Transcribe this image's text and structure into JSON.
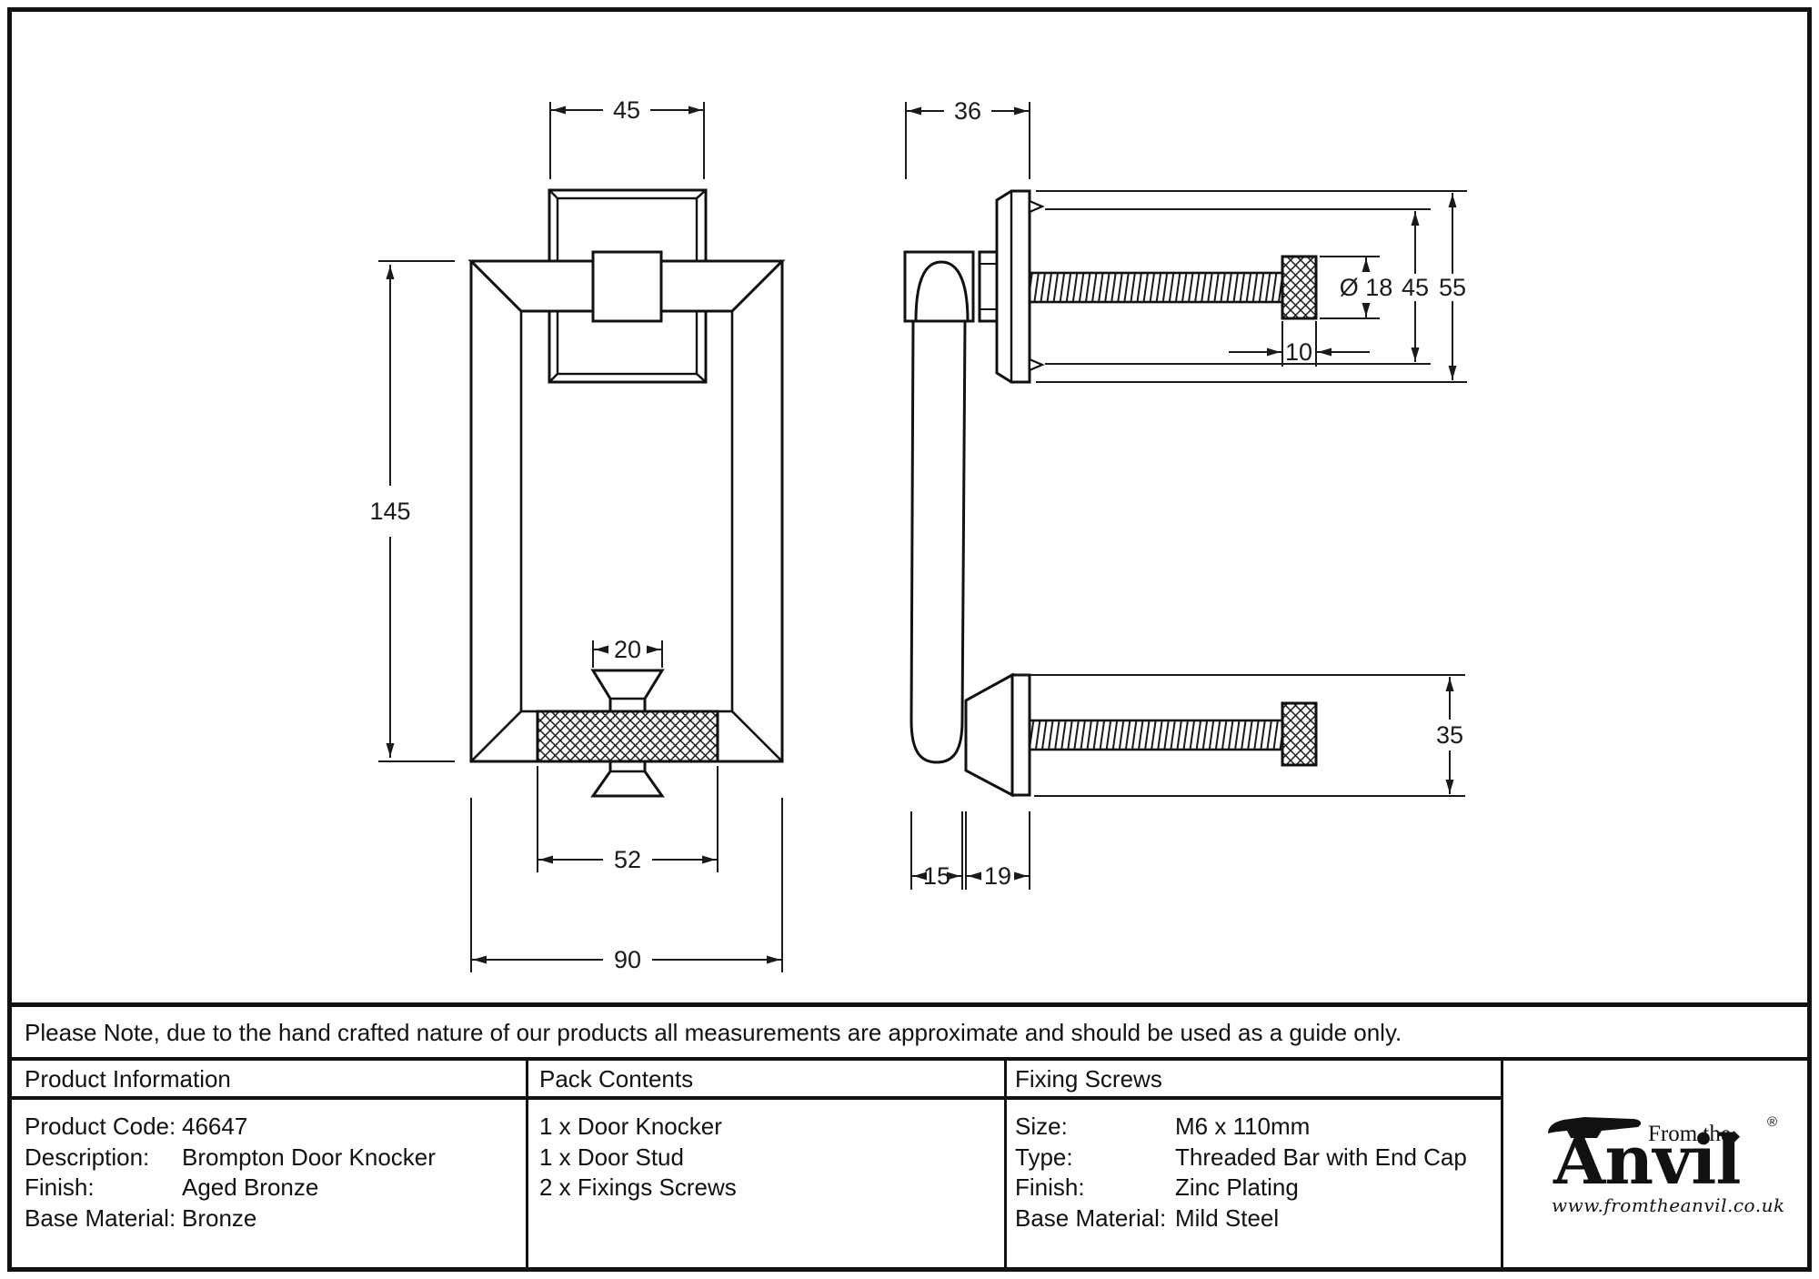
{
  "note": "Please Note, due to the hand crafted nature of our products all measurements are approximate and should be used as a guide only.",
  "drawing": {
    "front_view": {
      "plate_width": "45",
      "height": "145",
      "stud_width": "20",
      "knurl_width": "52",
      "body_width": "90"
    },
    "side_view": {
      "projection": "36",
      "cap_diameter": "Ø 18",
      "inner_height": "45",
      "plate_height": "55",
      "cap_length": "10",
      "stud_height": "35",
      "arm_depth": "15",
      "stud_depth": "19"
    }
  },
  "tables": {
    "product_information": {
      "title": "Product Information",
      "rows": [
        {
          "label": "Product Code:",
          "value": "46647"
        },
        {
          "label": "Description:",
          "value": "Brompton Door Knocker"
        },
        {
          "label": "Finish:",
          "value": "Aged Bronze"
        },
        {
          "label": "Base Material:",
          "value": "Bronze"
        }
      ]
    },
    "pack_contents": {
      "title": "Pack Contents",
      "items": [
        "1 x Door Knocker",
        "1 x Door Stud",
        "2 x Fixings Screws"
      ]
    },
    "fixing_screws": {
      "title": "Fixing Screws",
      "rows": [
        {
          "label": "Size:",
          "value": "M6 x 110mm"
        },
        {
          "label": "Type:",
          "value": "Threaded Bar with End Cap"
        },
        {
          "label": "Finish:",
          "value": "Zinc Plating"
        },
        {
          "label": "Base Material:",
          "value": "Mild Steel"
        }
      ]
    }
  },
  "logo": {
    "tagline": "From the",
    "name": "Anvil",
    "registered": "®",
    "url": "www.fromtheanvil.co.uk"
  }
}
